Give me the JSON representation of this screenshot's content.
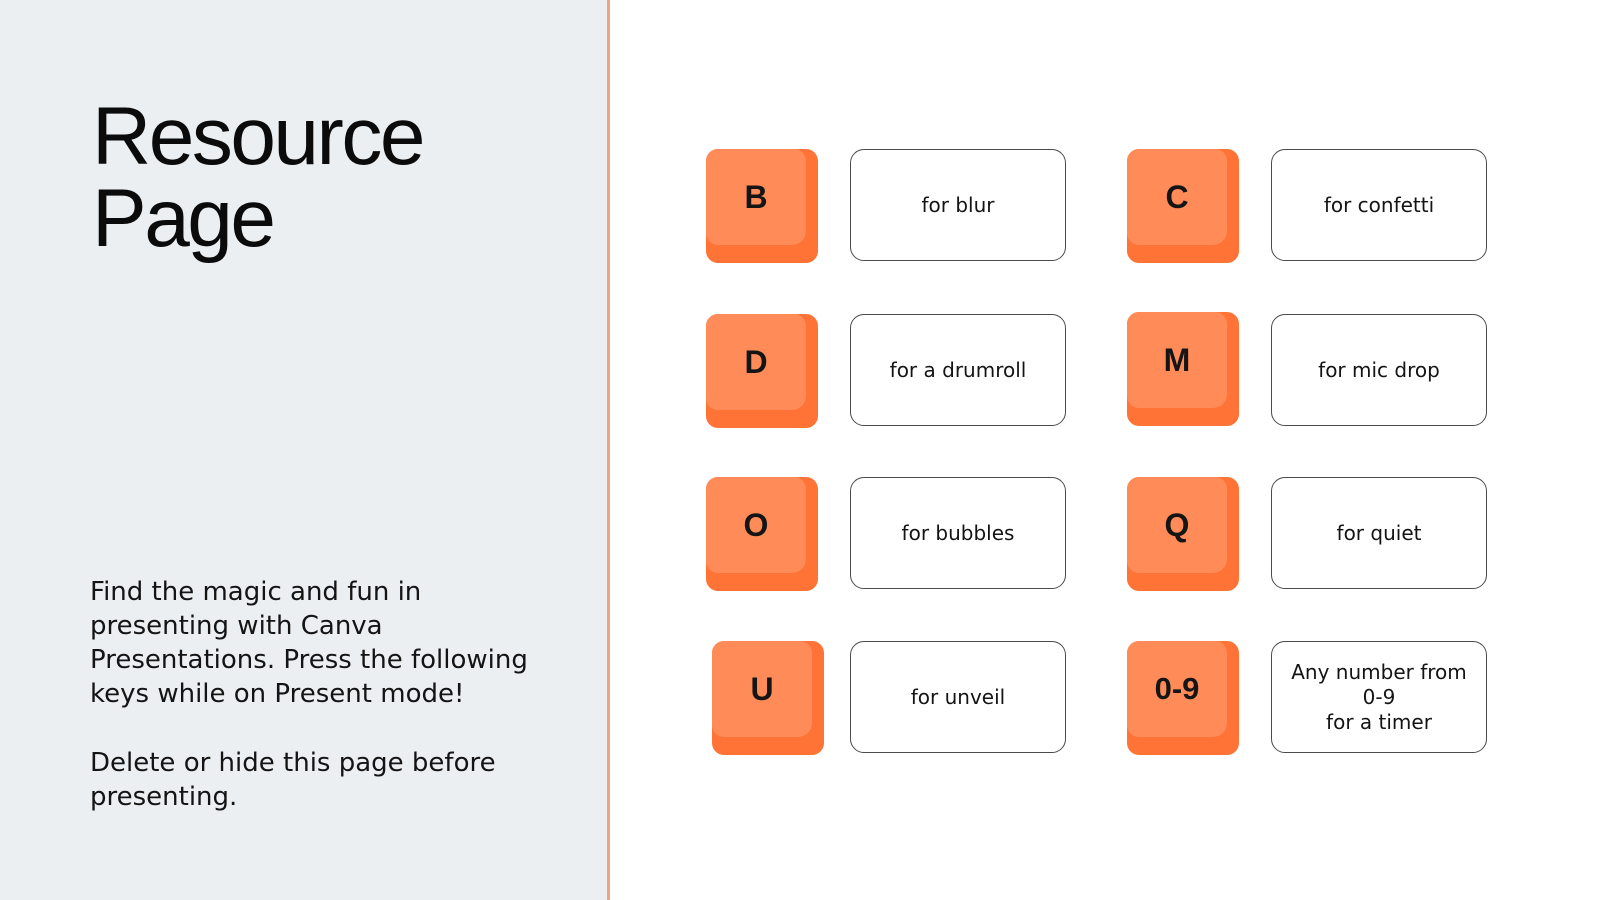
{
  "title": {
    "line1": "Resource",
    "line2": "Page"
  },
  "description": {
    "paragraph1": "Find the magic and fun in presenting with Canva Presentations. Press the following keys while on Present mode!",
    "paragraph2": "Delete or hide this page before presenting."
  },
  "colors": {
    "panel_background": "#ECEFF1",
    "divider": "#F3A27E",
    "key_face": "#FF8B58",
    "key_shadow": "#FF7436",
    "card_border": "#4b4b4b"
  },
  "shortcuts": [
    {
      "key": "B",
      "description": "for blur"
    },
    {
      "key": "C",
      "description": "for confetti"
    },
    {
      "key": "D",
      "description": "for a drumroll"
    },
    {
      "key": "M",
      "description": "for mic drop"
    },
    {
      "key": "O",
      "description": "for bubbles"
    },
    {
      "key": "Q",
      "description": "for quiet"
    },
    {
      "key": "U",
      "description": "for unveil"
    },
    {
      "key": "0-9",
      "description": "Any number from\n0-9\nfor a timer"
    }
  ]
}
